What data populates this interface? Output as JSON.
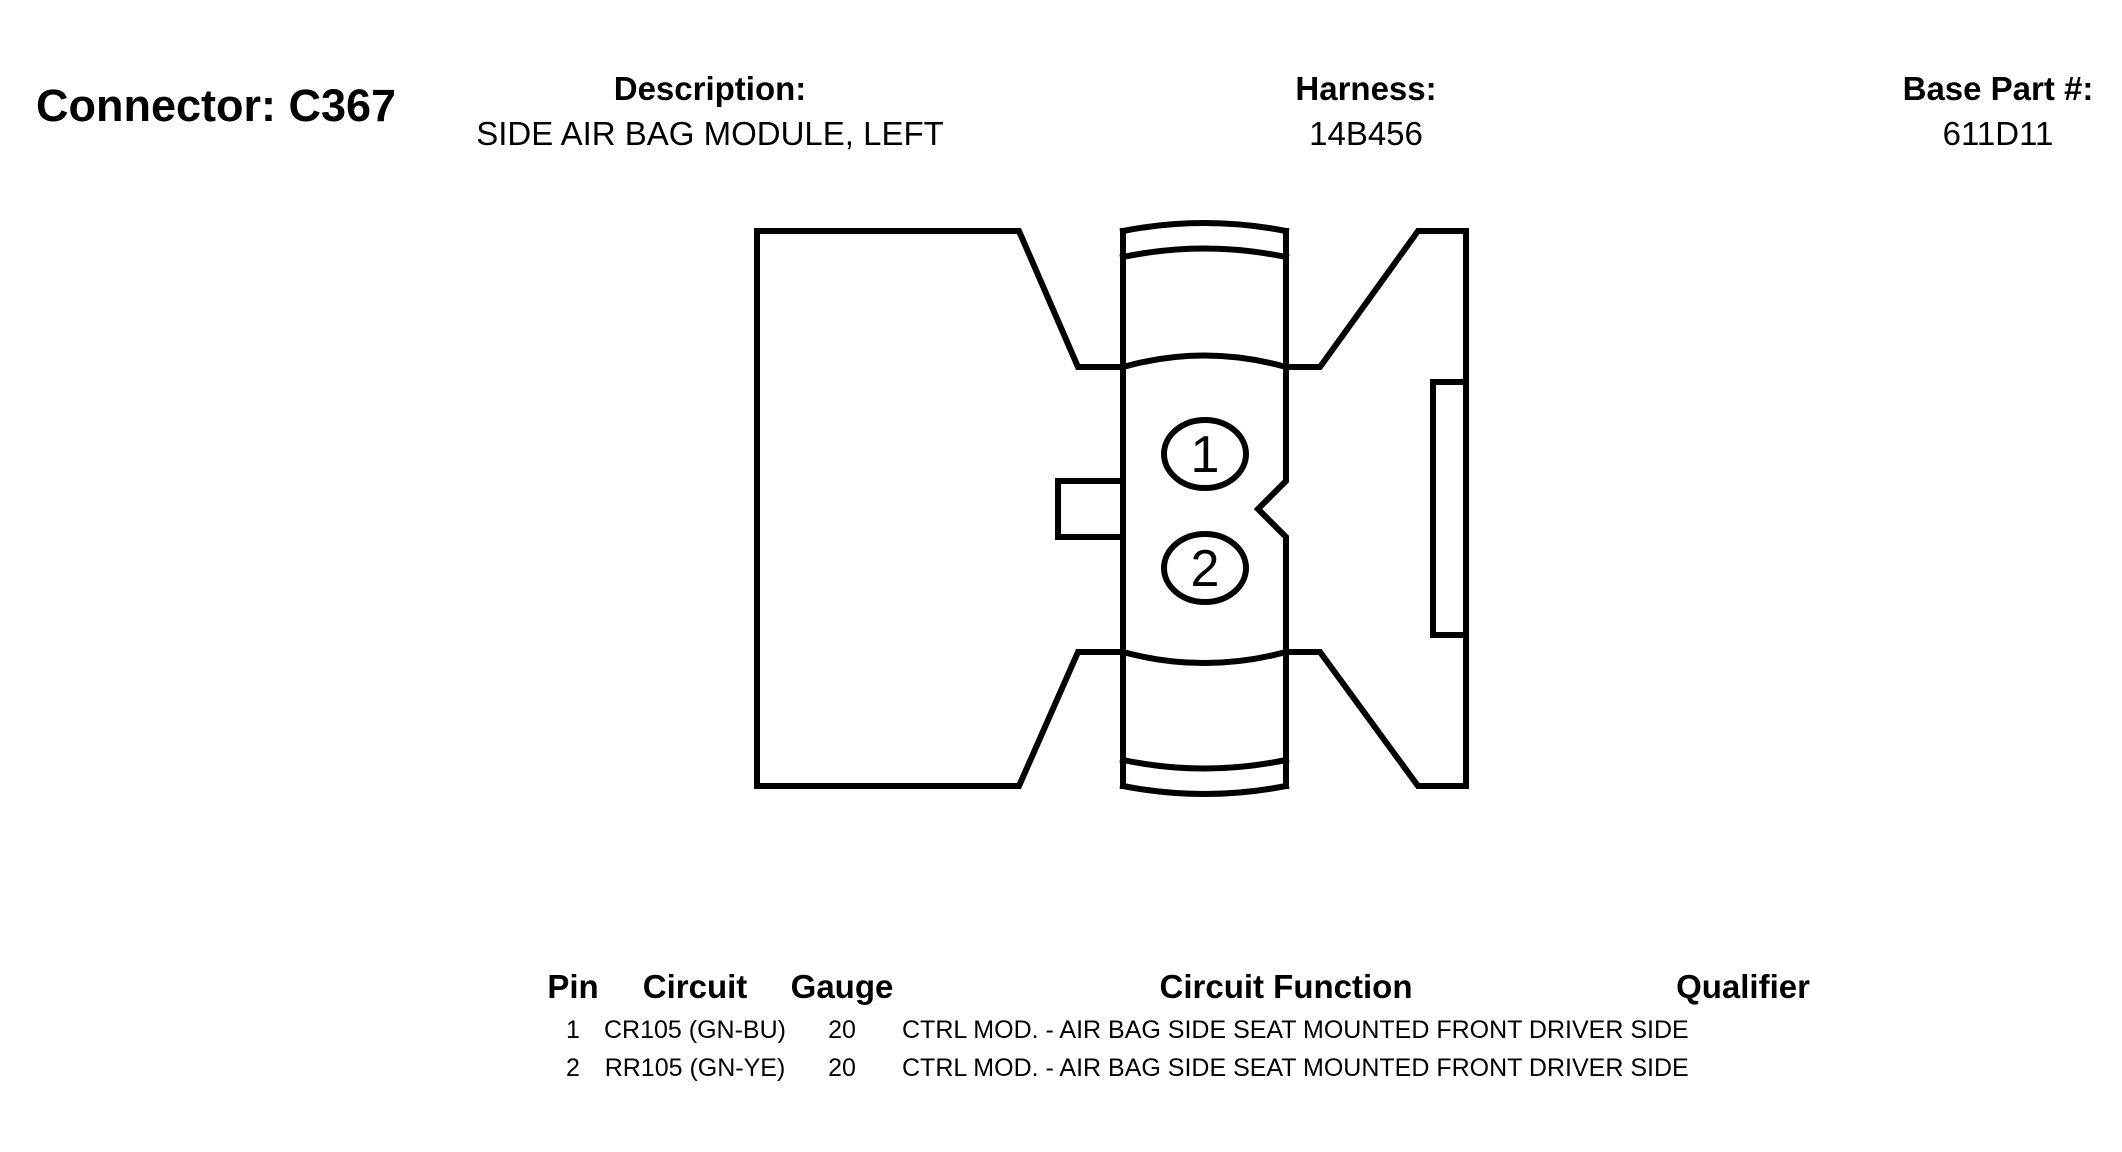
{
  "connector": {
    "title": "Connector: C367"
  },
  "header": {
    "description_label": "Description:",
    "description_value": "SIDE AIR BAG MODULE, LEFT",
    "harness_label": "Harness:",
    "harness_value": "14B456",
    "base_part_label": "Base Part #:",
    "base_part_value": "611D11"
  },
  "diagram": {
    "pins": [
      {
        "label": "1"
      },
      {
        "label": "2"
      }
    ],
    "stroke_color": "#000000"
  },
  "table": {
    "headers": {
      "pin": "Pin",
      "circuit": "Circuit",
      "gauge": "Gauge",
      "function": "Circuit Function",
      "qualifier": "Qualifier"
    },
    "rows": [
      {
        "pin": "1",
        "circuit": "CR105 (GN-BU)",
        "gauge": "20",
        "function": "CTRL MOD. - AIR BAG SIDE SEAT MOUNTED FRONT DRIVER SIDE",
        "qualifier": ""
      },
      {
        "pin": "2",
        "circuit": "RR105 (GN-YE)",
        "gauge": "20",
        "function": "CTRL MOD. - AIR BAG SIDE SEAT MOUNTED FRONT DRIVER SIDE",
        "qualifier": ""
      }
    ]
  }
}
